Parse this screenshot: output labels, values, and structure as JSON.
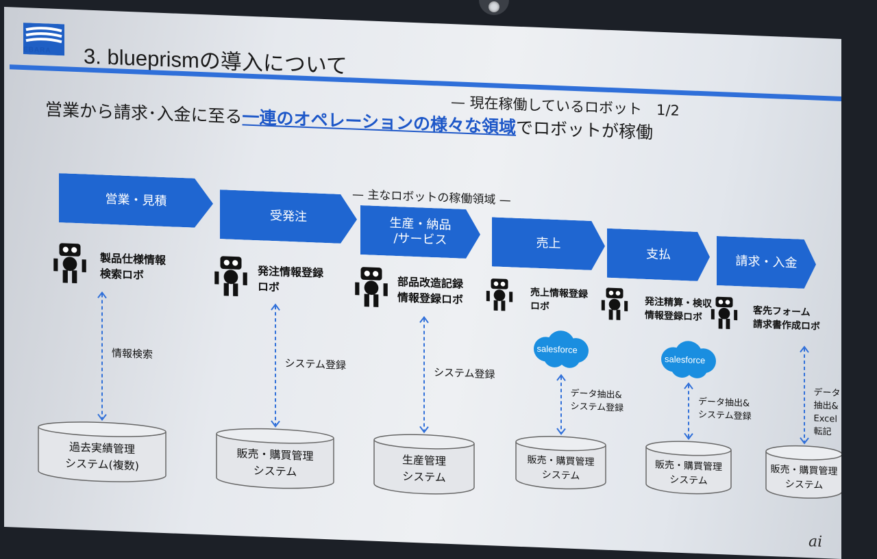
{
  "header": {
    "logo_text": "EBARA",
    "title": "3. blueprismの導入について",
    "subtitle": "— 現在稼働しているロボット　1/2"
  },
  "lead": {
    "before": "営業から請求･入金に至る",
    "highlight": "一連のオペレーションの様々な領域",
    "after": "でロボットが稼働"
  },
  "section_title": "— 主なロボットの稼働領域 —",
  "columns": [
    {
      "step": "営業・見積",
      "robot": "製品仕様情報\n検索ロボ",
      "cloud": null,
      "link": "情報検索",
      "db": "過去実績管理\nシステム(複数)"
    },
    {
      "step": "受発注",
      "robot": "発注情報登録\nロボ",
      "cloud": null,
      "link": "システム登録",
      "db": "販売・購買管理\nシステム"
    },
    {
      "step": "生産・納品\n/サービス",
      "robot": "部品改造記録\n情報登録ロボ",
      "cloud": null,
      "link": "システム登録",
      "db": "生産管理\nシステム"
    },
    {
      "step": "売上",
      "robot": "売上情報登録\nロボ",
      "cloud": "salesforce",
      "link": "データ抽出&\nシステム登録",
      "db": "販売・購買管理\nシステム"
    },
    {
      "step": "支払",
      "robot": "発注精算・検収\n情報登録ロボ",
      "cloud": "salesforce",
      "link": "データ抽出&\nシステム登録",
      "db": "販売・購買管理\nシステム"
    },
    {
      "step": "請求・入金",
      "robot": "客先フォーム\n請求書作成ロボ",
      "cloud": null,
      "link": "データ抽出&\nExcel転記",
      "db": "販売・購買管理\nシステム"
    }
  ],
  "watermark": "ai",
  "colors": {
    "accent": "#1f66d1",
    "arrow": "#2f6fd9"
  }
}
